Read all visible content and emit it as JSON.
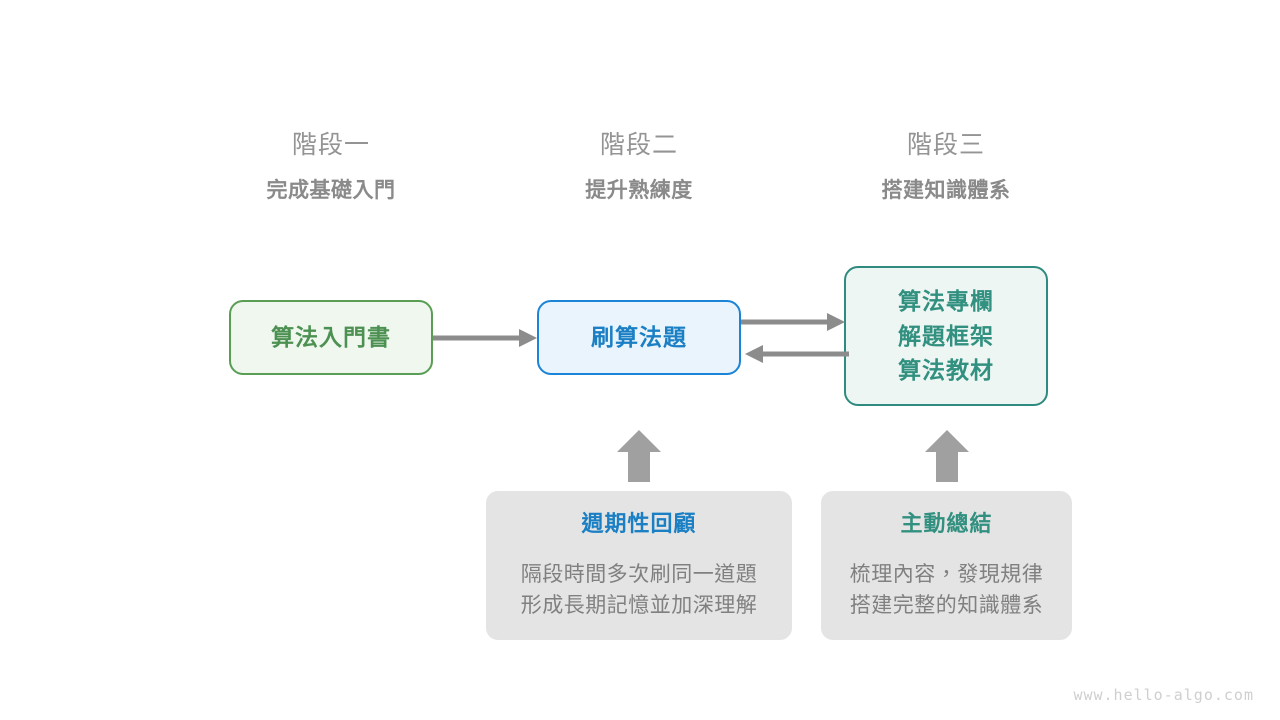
{
  "stages": [
    {
      "title": "階段一",
      "subtitle": "完成基礎入門"
    },
    {
      "title": "階段二",
      "subtitle": "提升熟練度"
    },
    {
      "title": "階段三",
      "subtitle": "搭建知識體系"
    }
  ],
  "flow_boxes": [
    {
      "id": "intro",
      "lines": [
        "算法入門書"
      ],
      "border_color": "#5a9e55",
      "fill_color": "#eff7ef",
      "text_color": "#4d9152"
    },
    {
      "id": "practice",
      "lines": [
        "刷算法題"
      ],
      "border_color": "#1b84d6",
      "fill_color": "#e9f4fd",
      "text_color": "#1b7fc4"
    },
    {
      "id": "system",
      "lines": [
        "算法專欄",
        "解題框架",
        "算法教材"
      ],
      "border_color": "#2f8a80",
      "fill_color": "#eef6f3",
      "text_color": "#31907f"
    }
  ],
  "info_cards": [
    {
      "id": "review",
      "title": "週期性回顧",
      "title_color": "#1b7fc4",
      "body_lines": [
        "隔段時間多次刷同一道題",
        "形成長期記憶並加深理解"
      ],
      "background": "#e4e4e4"
    },
    {
      "id": "summary",
      "title": "主動總結",
      "title_color": "#31907f",
      "body_lines": [
        "梳理內容，發現規律",
        "搭建完整的知識體系"
      ],
      "background": "#e4e4e4"
    }
  ],
  "arrows": {
    "color": "#8c8c8c",
    "items": [
      {
        "name": "intro-to-practice",
        "direction": "right"
      },
      {
        "name": "practice-to-system",
        "direction": "right"
      },
      {
        "name": "system-to-practice",
        "direction": "left"
      },
      {
        "name": "review-to-practice",
        "direction": "up"
      },
      {
        "name": "summary-to-system",
        "direction": "up"
      }
    ]
  },
  "watermark": "www.hello-algo.com"
}
